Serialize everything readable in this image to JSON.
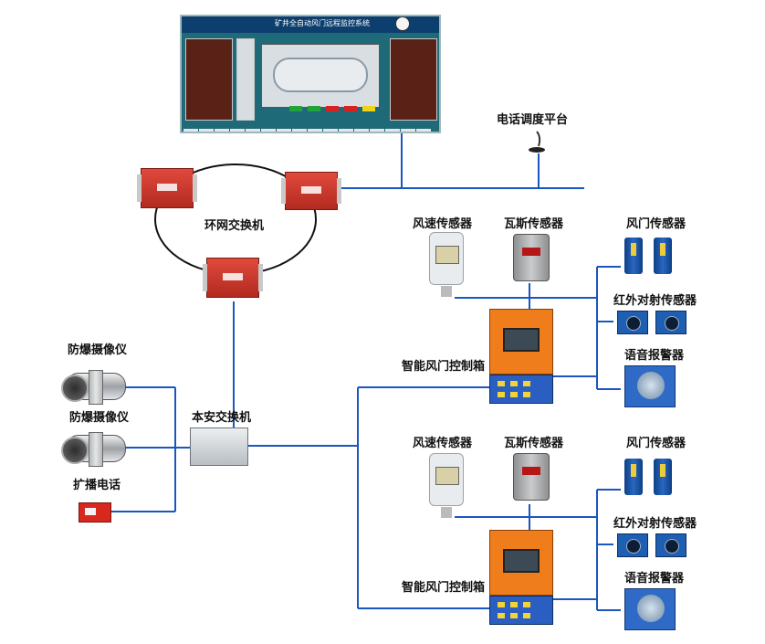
{
  "monitor": {
    "title": "矿井全自动风门远程监控系统"
  },
  "labels": {
    "phone_platform": "电话调度平台",
    "ring_switch": "环网交换机",
    "camera_1": "防爆摄像仪",
    "camera_2": "防爆摄像仪",
    "broadcast_phone": "扩播电话",
    "intrinsic_switch": "本安交换机",
    "group1": {
      "wind_sensor": "风速传感器",
      "gas_sensor": "瓦斯传感器",
      "door_sensor": "风门传感器",
      "ir_sensor": "红外对射传感器",
      "voice_alarm": "语音报警器",
      "controller": "智能风门控制箱"
    },
    "group2": {
      "wind_sensor": "风速传感器",
      "gas_sensor": "瓦斯传感器",
      "door_sensor": "风门传感器",
      "ir_sensor": "红外对射传感器",
      "voice_alarm": "语音报警器",
      "controller": "智能风门控制箱"
    }
  },
  "colors": {
    "wire": "#1a56c0",
    "ring": "#111111",
    "enclosure_red": "#d23a2c",
    "controller_orange": "#f07d1c",
    "sensor_blue": "#2a5fc1"
  }
}
